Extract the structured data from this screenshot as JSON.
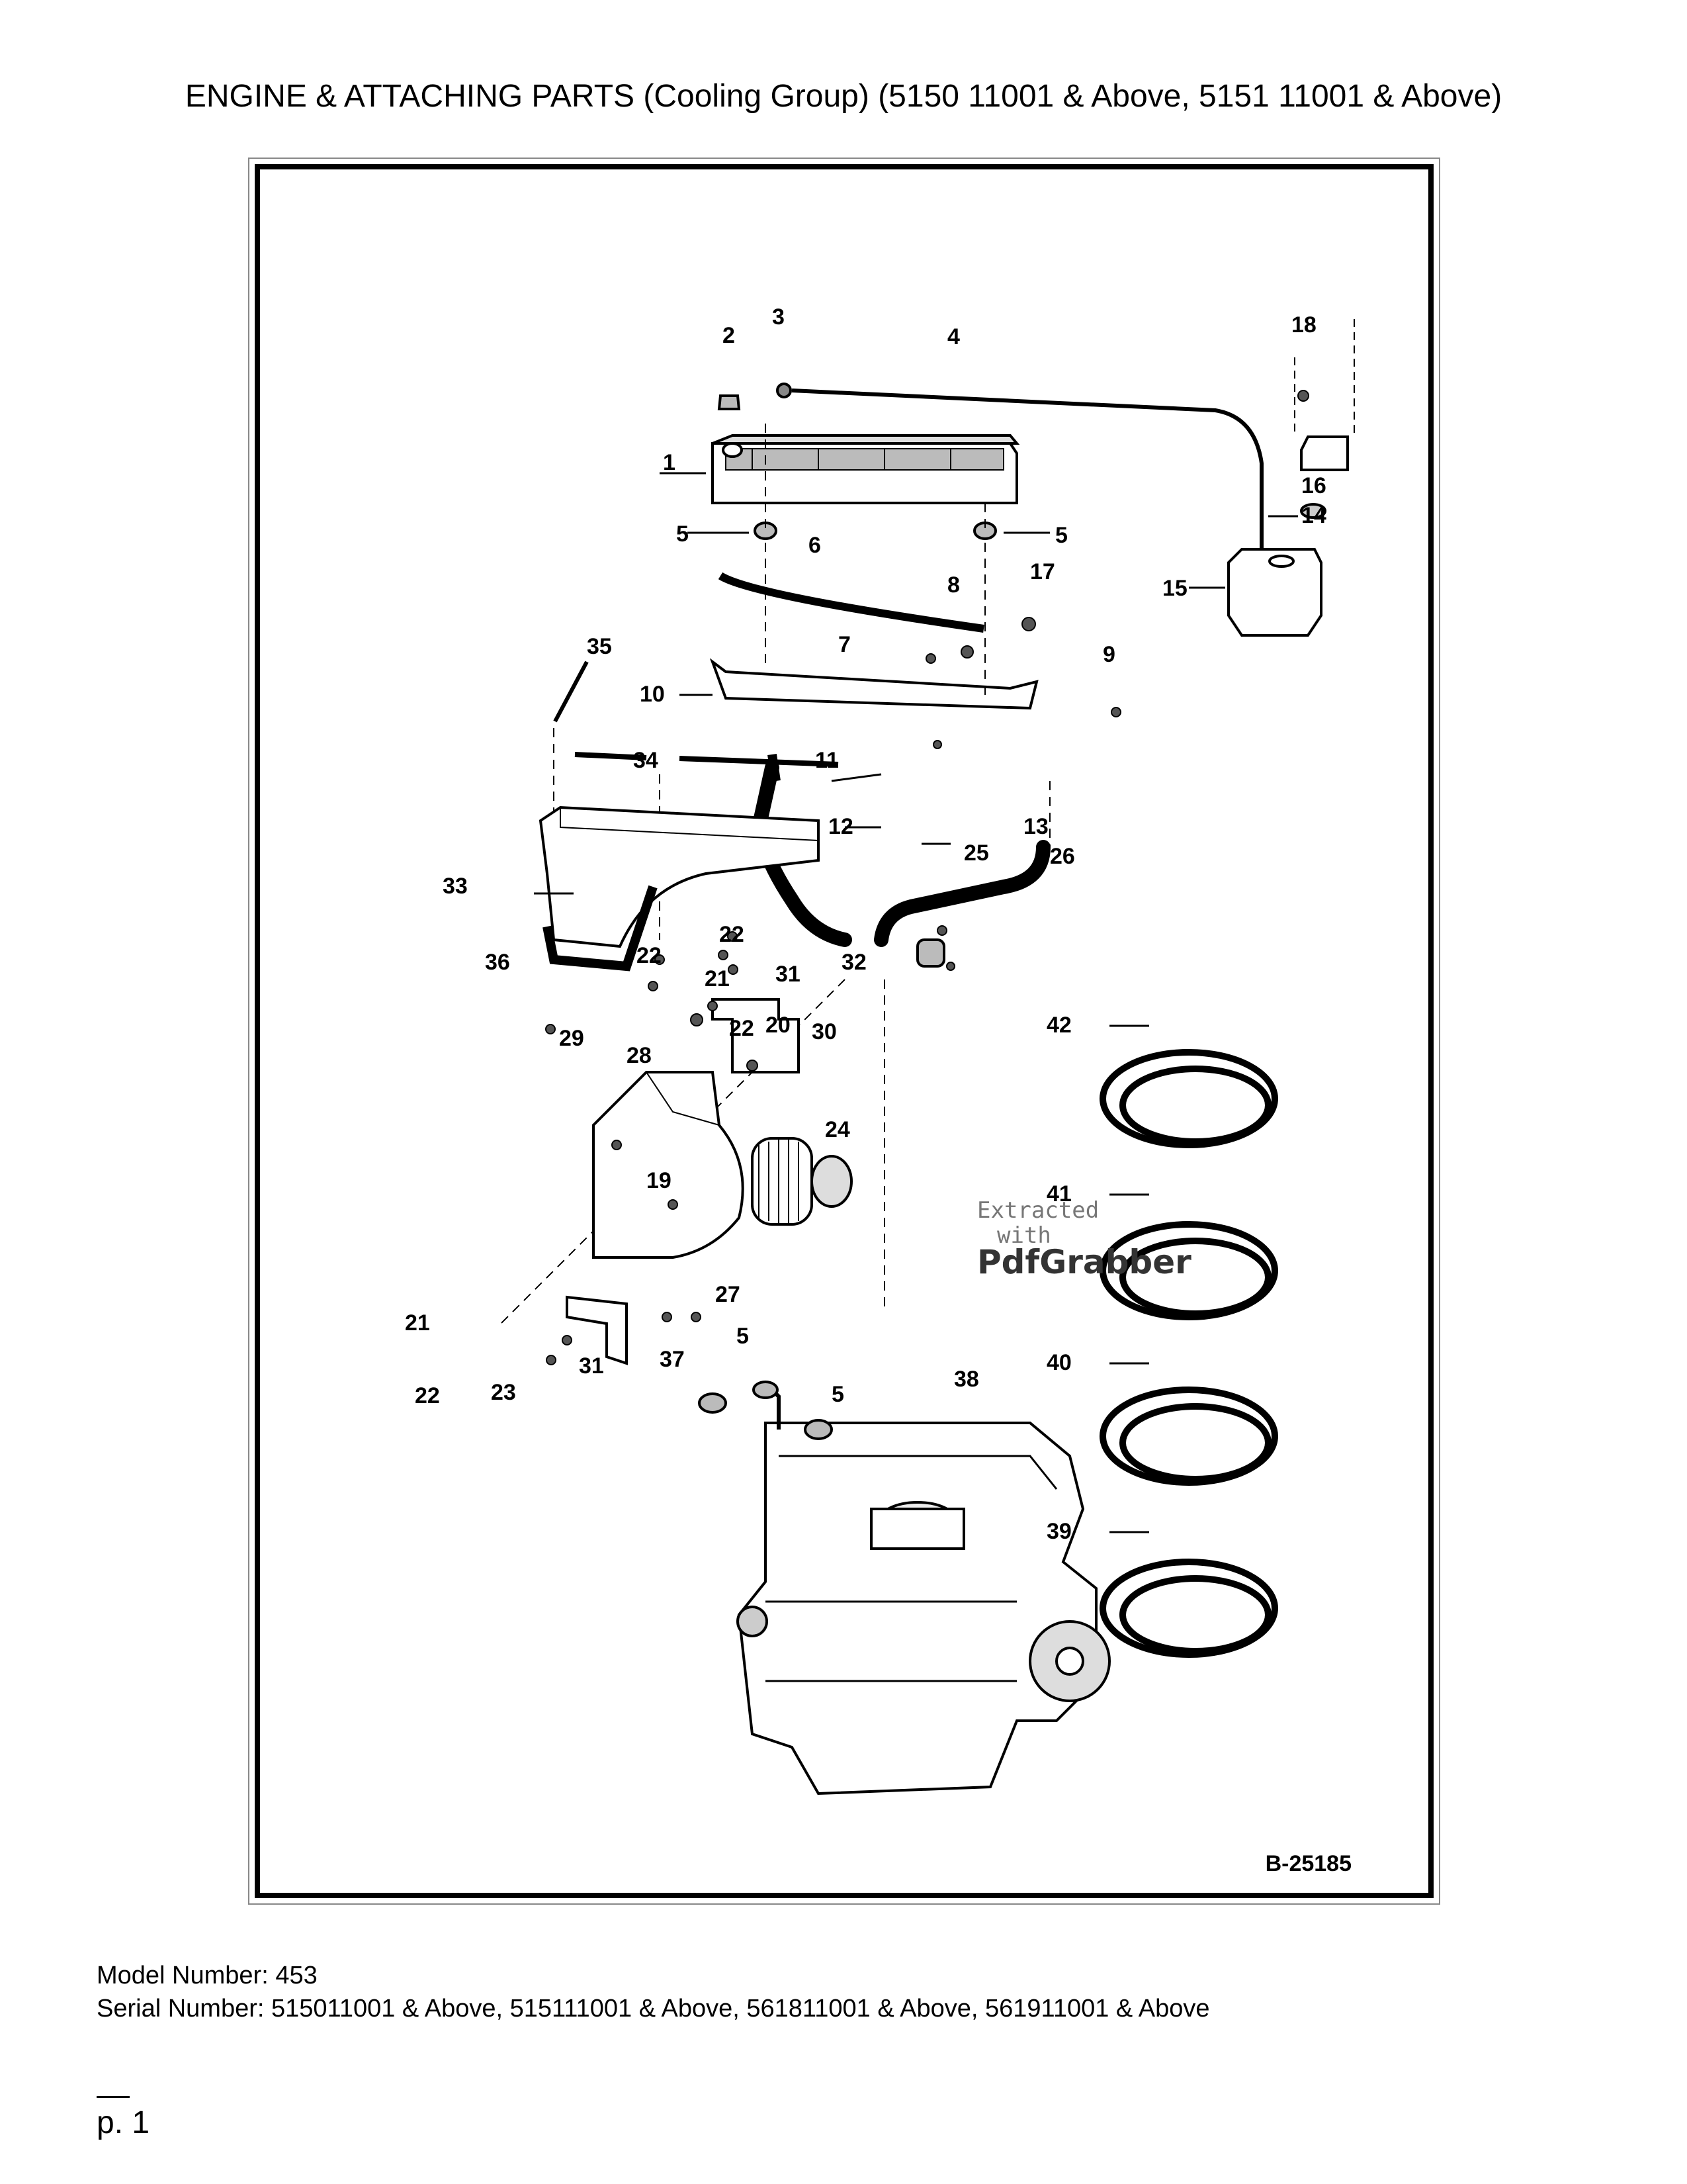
{
  "title": "ENGINE & ATTACHING PARTS (Cooling Group) (5150 11001 & Above, 5151 11001 & Above)",
  "figure_ref": "B-25185",
  "watermark": {
    "line1": "Extracted",
    "line2": "with",
    "brand": "PdfGrabber"
  },
  "callouts": [
    "1",
    "2",
    "3",
    "4",
    "5",
    "6",
    "7",
    "8",
    "9",
    "10",
    "11",
    "12",
    "13",
    "14",
    "15",
    "16",
    "17",
    "18",
    "19",
    "20",
    "21",
    "22",
    "23",
    "24",
    "25",
    "26",
    "27",
    "28",
    "29",
    "30",
    "31",
    "32",
    "33",
    "34",
    "35",
    "36",
    "37",
    "38",
    "39",
    "40",
    "41",
    "42"
  ],
  "footer": {
    "model": "Model Number: 453",
    "serial": "Serial Number: 515011001 & Above, 515111001 & Above, 561811001 & Above, 561911001 & Above"
  },
  "page_label": "p. 1"
}
